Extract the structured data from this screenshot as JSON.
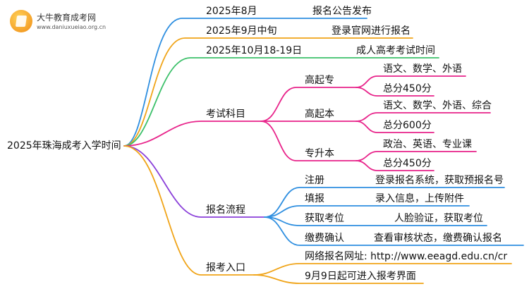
{
  "logo": {
    "title": "大牛教育成考网",
    "url": "www.daniuxueiao.org.cn",
    "icon": "book-badge-icon"
  },
  "root": "2025年珠海成考入学时间",
  "timeline": [
    {
      "date": "2025年8月",
      "event": "报名公告发布"
    },
    {
      "date": "2025年9月中旬",
      "event": "登录官网进行报名"
    },
    {
      "date": "2025年10月18-19日",
      "event": "成人高考考试时间"
    }
  ],
  "subjects": {
    "label": "考试科目",
    "levels": [
      {
        "name": "高起专",
        "subjects": "语文、数学、外语",
        "total": "总分450分"
      },
      {
        "name": "高起本",
        "subjects": "语文、数学、外语、综合",
        "total": "总分600分"
      },
      {
        "name": "专升本",
        "subjects": "政治、英语、专业课",
        "total": "总分450分"
      }
    ]
  },
  "process": {
    "label": "报名流程",
    "steps": [
      {
        "name": "注册",
        "detail": "登录报名系统，获取预报名号"
      },
      {
        "name": "填报",
        "detail": "录入信息，上传附件"
      },
      {
        "name": "获取考位",
        "detail": "人脸验证，获取考位"
      },
      {
        "name": "缴费确认",
        "detail": "查看审核状态，缴费确认报名"
      }
    ]
  },
  "entry": {
    "label": "报考入口",
    "items": [
      "网络报名网址: http://www.eeagd.edu.cn/cr",
      "9月9日起可进入报考界面"
    ]
  },
  "colors": {
    "blue": "#2f8fe0",
    "orange": "#f0a418",
    "green": "#3cc06a",
    "pink": "#e8238a",
    "purple": "#8a3fd9",
    "text": "#111111"
  }
}
